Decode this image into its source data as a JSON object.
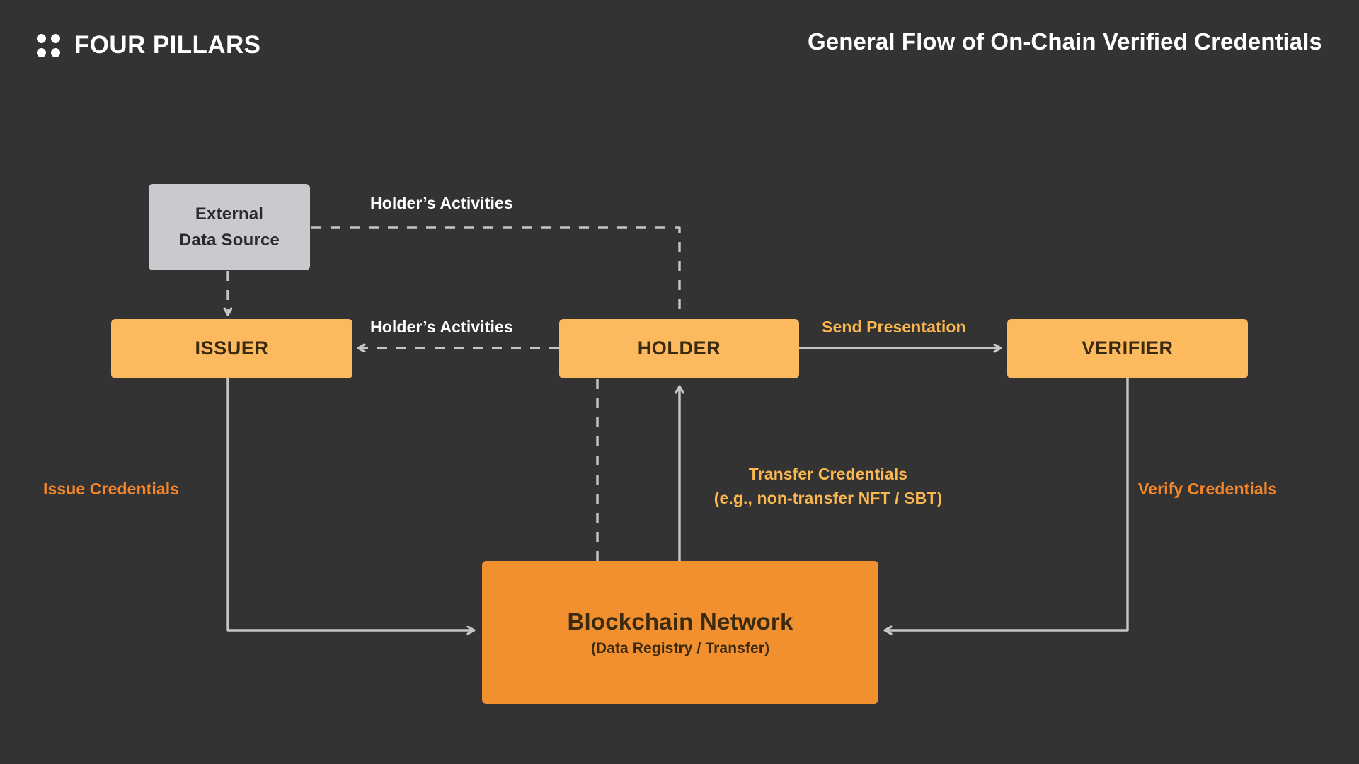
{
  "header": {
    "brand": "FOUR PILLARS",
    "brand_icon": "four-dots-icon",
    "title": "General Flow of On-Chain Verified Credentials"
  },
  "colors": {
    "background": "#333333",
    "external_node": "#c9c9ce",
    "actor_node": "#fcb95e",
    "chain_node": "#f2902f",
    "connector": "#c6c6c6",
    "label_white": "#ffffff",
    "label_orange_light": "#fcb74f",
    "label_orange_strong": "#f5862a",
    "node_text": "#3a2a10"
  },
  "diagram": {
    "type": "flow-diagram",
    "nodes": [
      {
        "id": "external",
        "label_line1": "External",
        "label_line2": "Data Source",
        "style": "external"
      },
      {
        "id": "issuer",
        "label": "ISSUER",
        "style": "actor"
      },
      {
        "id": "holder",
        "label": "HOLDER",
        "style": "actor"
      },
      {
        "id": "verifier",
        "label": "VERIFIER",
        "style": "actor"
      },
      {
        "id": "blockchain",
        "title": "Blockchain Network",
        "subtitle": "(Data Registry / Transfer)",
        "style": "chain"
      }
    ],
    "edges": [
      {
        "id": "ext-issuer",
        "from": "external",
        "to": "issuer",
        "label": "",
        "line": "dashed",
        "arrow": "end"
      },
      {
        "id": "ext-holder",
        "from": "external",
        "to": "holder",
        "label": "Holder’s Activities",
        "line": "dashed",
        "arrow": "end"
      },
      {
        "id": "holder-issuer",
        "from": "holder",
        "to": "issuer",
        "label": "Holder’s Activities",
        "line": "dashed",
        "arrow": "end"
      },
      {
        "id": "holder-verifier",
        "from": "holder",
        "to": "verifier",
        "label": "Send Presentation",
        "line": "solid",
        "arrow": "end"
      },
      {
        "id": "issuer-chain",
        "from": "issuer",
        "to": "blockchain",
        "label": "Issue Credentials",
        "line": "solid",
        "arrow": "end"
      },
      {
        "id": "chain-holder",
        "from": "blockchain",
        "to": "holder",
        "label_line1": "Transfer Credentials",
        "label_line2": "(e.g., non-transfer NFT / SBT)",
        "line": "solid",
        "arrow": "end"
      },
      {
        "id": "holder-chain",
        "from": "holder",
        "to": "blockchain",
        "label": "",
        "line": "dashed",
        "arrow": "none"
      },
      {
        "id": "verifier-chain",
        "from": "verifier",
        "to": "blockchain",
        "label": "Verify Credentials",
        "line": "solid",
        "arrow": "end"
      }
    ],
    "labels": {
      "holders_activities_top": "Holder’s Activities",
      "holders_activities_mid": "Holder’s Activities",
      "send_presentation": "Send Presentation",
      "issue_credentials": "Issue Credentials",
      "transfer_credentials_1": "Transfer Credentials",
      "transfer_credentials_2": "(e.g., non-transfer NFT / SBT)",
      "verify_credentials": "Verify Credentials"
    }
  }
}
